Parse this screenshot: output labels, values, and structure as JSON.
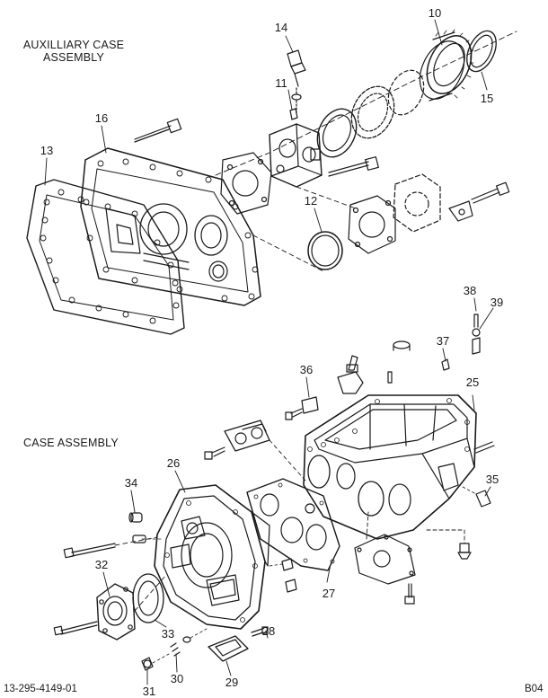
{
  "sections": {
    "auxiliary_title": "AUXILLIARY CASE\nASSEMBLY",
    "case_title": "CASE ASSEMBLY"
  },
  "callouts": {
    "c10": "10",
    "c11": "11",
    "c12": "12",
    "c13": "13",
    "c14": "14",
    "c15": "15",
    "c16": "16",
    "c25": "25",
    "c26": "26",
    "c27": "27",
    "c28": "28",
    "c29": "29",
    "c30": "30",
    "c31": "31",
    "c32": "32",
    "c33": "33",
    "c34": "34",
    "c35": "35",
    "c36": "36",
    "c37": "37",
    "c38": "38",
    "c39": "39"
  },
  "footer": {
    "drawing_number": "13-295-4149-01",
    "sheet_code": "B04"
  },
  "colors": {
    "ink": "#1a1a1a",
    "background": "#ffffff"
  }
}
